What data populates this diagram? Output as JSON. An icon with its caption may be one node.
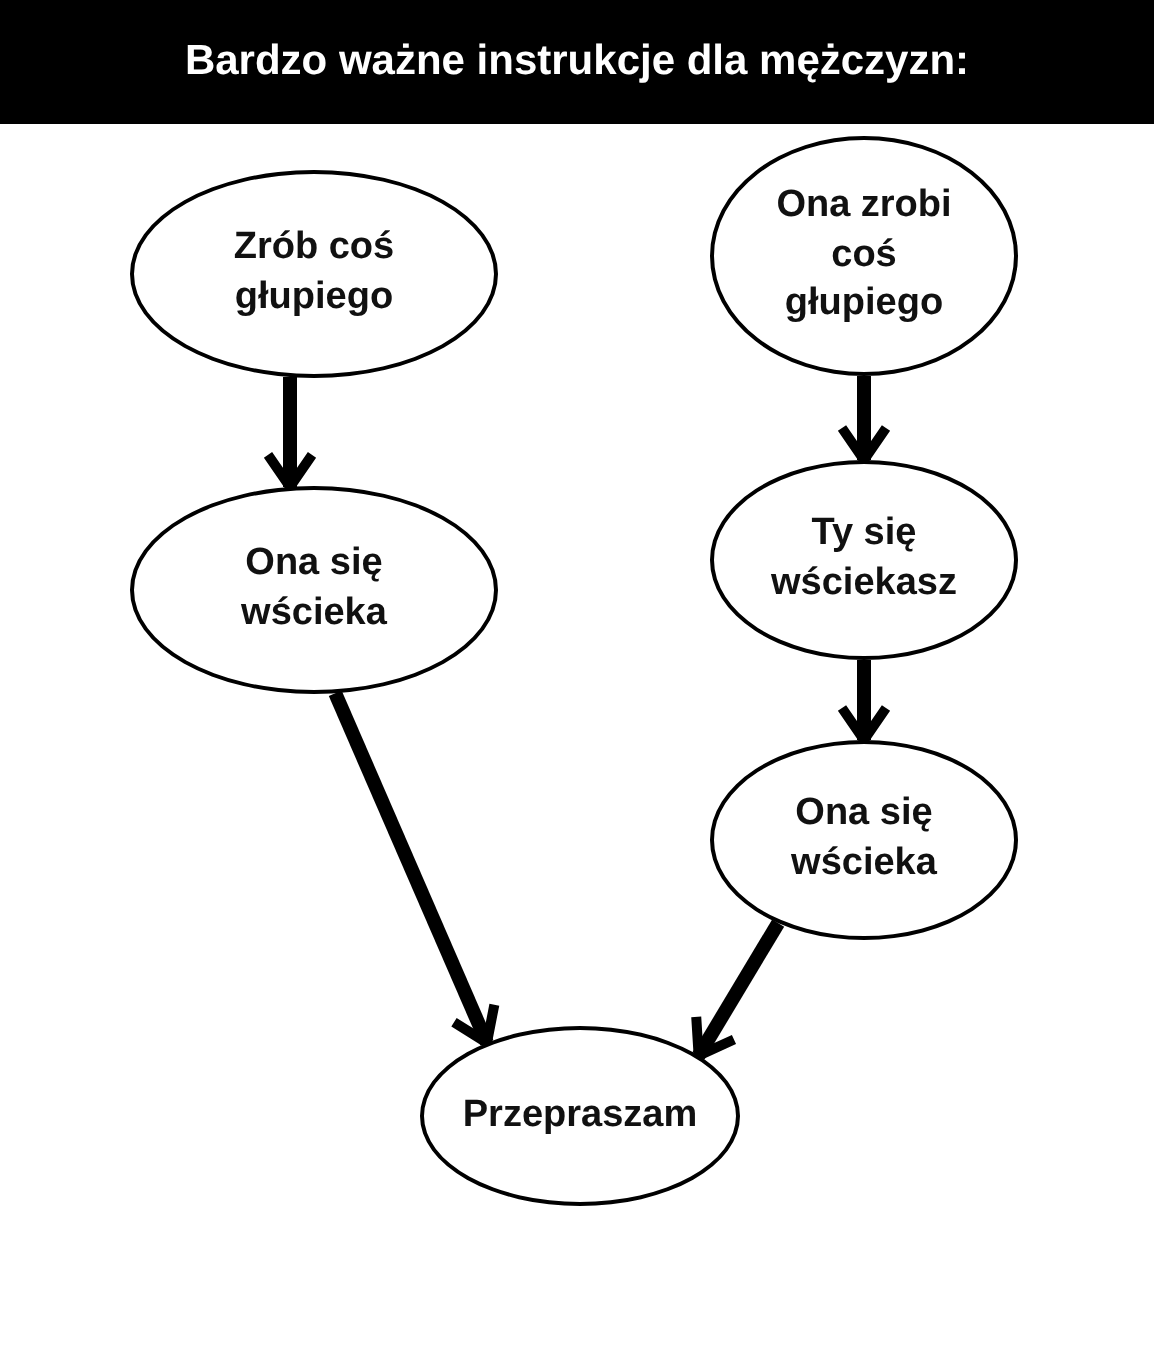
{
  "diagram": {
    "title": "Bardzo ważne instrukcje dla mężczyzn:",
    "nodes": [
      {
        "text": [
          "Zrób coś głupiego"
        ]
      },
      {
        "text": [
          "Ona zrobi coś głupiego"
        ]
      },
      {
        "text": [
          "Ona się wścieka"
        ]
      },
      {
        "text": [
          "Ty się wściekasz"
        ]
      },
      {
        "text": [
          "Ona się wścieka"
        ]
      },
      {
        "text": [
          "Przepraszam"
        ]
      }
    ],
    "edges": [
      {
        "from": 0,
        "to": 2,
        "arrow": "to"
      },
      {
        "from": 1,
        "to": 3,
        "arrow": "to"
      },
      {
        "from": 3,
        "to": 4,
        "arrow": "to"
      },
      {
        "from": 2,
        "to": 5,
        "arrow": "to"
      },
      {
        "from": 4,
        "to": 5,
        "arrow": "to"
      }
    ]
  }
}
